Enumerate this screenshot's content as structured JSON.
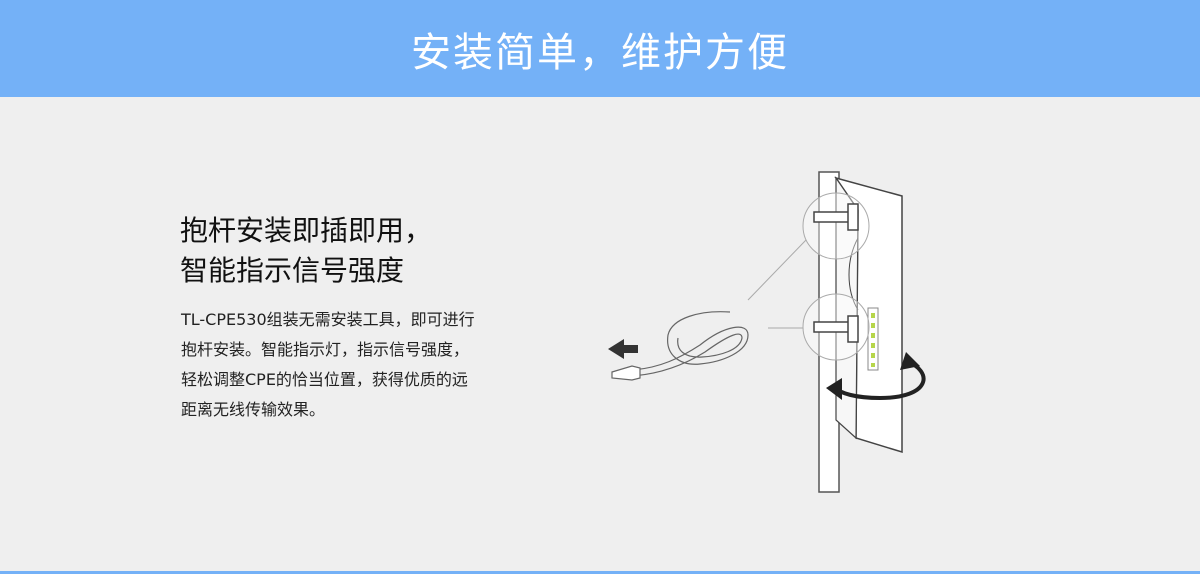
{
  "banner": {
    "title": "安装简单，维护方便"
  },
  "feature": {
    "heading_lines": [
      "抱杆安装即插即用，",
      "智能指示信号强度"
    ],
    "body_lines": [
      "TL-CPE530组装无需安装工具，即可进行",
      "抱杆安装。智能指示灯，指示信号强度，",
      "轻松调整CPE的恰当位置，获得优质的远",
      "距离无线传输效果。"
    ]
  },
  "colors": {
    "banner": "#74b1f7",
    "background": "#efefef",
    "led": "#b6d64a"
  }
}
